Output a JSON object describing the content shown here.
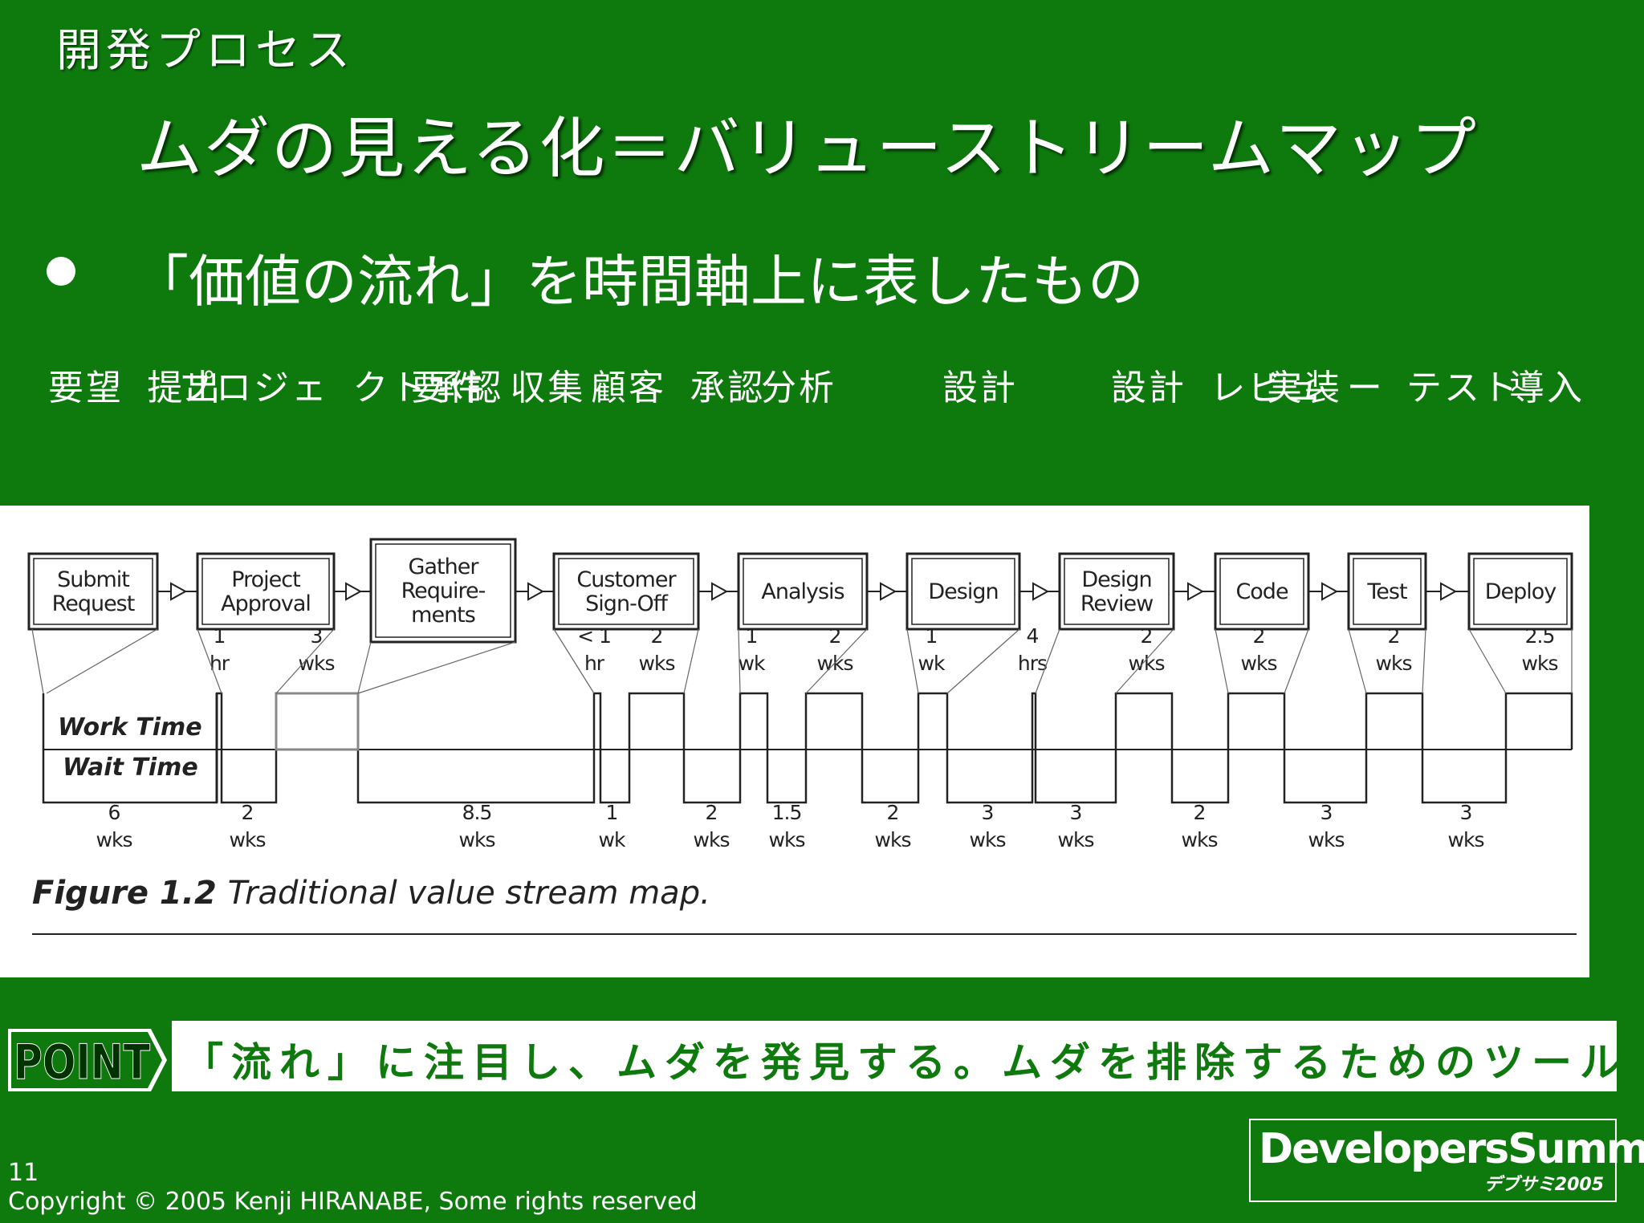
{
  "slide": {
    "section": "開発プロセス",
    "title": "ムダの見える化＝バリューストリームマップ",
    "bullet": "「価値の流れ」を時間軸上に表したもの"
  },
  "jp_steps": [
    "要望\n提出",
    "プロジェ\nクト承認",
    "要件\n収集",
    "顧客\n承認",
    "分析",
    "設計",
    "設計\nレビュ\nー",
    "実装",
    "テスト",
    "導入"
  ],
  "figure": {
    "caption_number": "Figure 1.2",
    "caption_text": "Traditional value stream map.",
    "work_time_label": "Work Time",
    "wait_time_label": "Wait Time",
    "steps": [
      "Submit\nRequest",
      "Project\nApproval",
      "Gather\nRequire-\nments",
      "Customer\nSign-Off",
      "Analysis",
      "Design",
      "Design\nReview",
      "Code",
      "Test",
      "Deploy"
    ],
    "work_times": [
      {
        "value": "1",
        "unit": "hr"
      },
      {
        "value": "3",
        "unit": "wks"
      },
      {
        "value": "< 1",
        "unit": "hr"
      },
      {
        "value": "2",
        "unit": "wks"
      },
      {
        "value": "1",
        "unit": "wk"
      },
      {
        "value": "2",
        "unit": "wks"
      },
      {
        "value": "1",
        "unit": "wk"
      },
      {
        "value": "4",
        "unit": "hrs"
      },
      {
        "value": "2",
        "unit": "wks"
      },
      {
        "value": "2",
        "unit": "wks"
      },
      {
        "value": "2",
        "unit": "wks"
      },
      {
        "value": "2.5",
        "unit": "wks"
      }
    ],
    "wait_times": [
      {
        "value": "6",
        "unit": "wks"
      },
      {
        "value": "2",
        "unit": "wks"
      },
      {
        "value": "8.5",
        "unit": "wks"
      },
      {
        "value": "1",
        "unit": "wk"
      },
      {
        "value": "2",
        "unit": "wks"
      },
      {
        "value": "1.5",
        "unit": "wks"
      },
      {
        "value": "2",
        "unit": "wks"
      },
      {
        "value": "3",
        "unit": "wks"
      },
      {
        "value": "3",
        "unit": "wks"
      },
      {
        "value": "2",
        "unit": "wks"
      },
      {
        "value": "3",
        "unit": "wks"
      },
      {
        "value": "3",
        "unit": "wks"
      }
    ]
  },
  "point": {
    "badge": "POINT",
    "text": "「流れ」に注目し、ムダを発見する。ムダを排除するためのツール。"
  },
  "footer": {
    "page_number": "11",
    "copyright": "Copyright © 2005 Kenji HIRANABE,  Some rights reserved",
    "logo_main": "DevelopersSummit",
    "logo_sub": "デブサミ2005"
  },
  "colors": {
    "background": "#0e7a0e",
    "panel": "#ffffff",
    "ink": "#222222"
  }
}
